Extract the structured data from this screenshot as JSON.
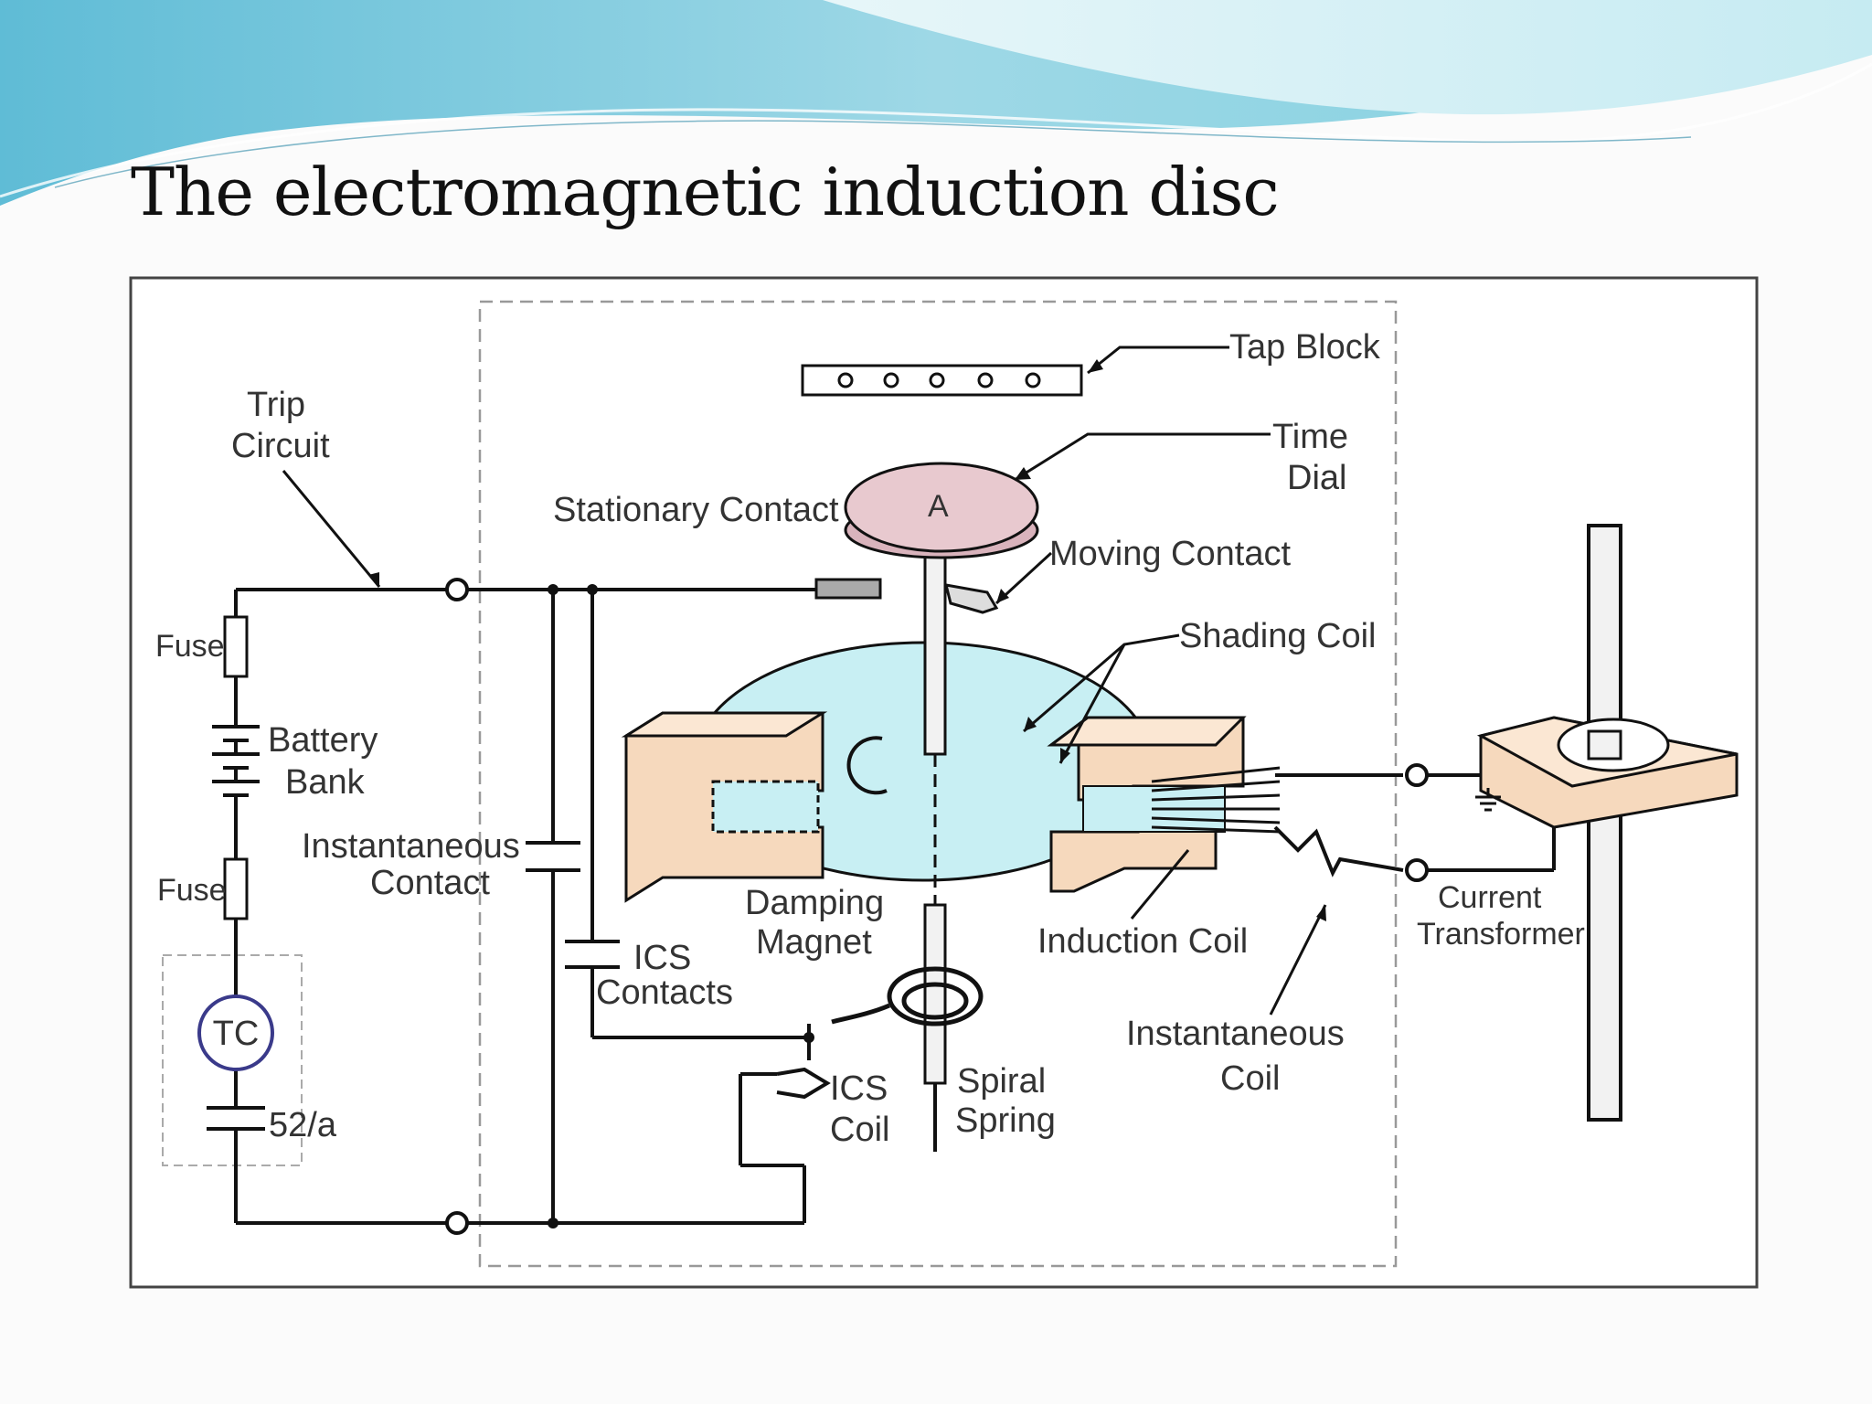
{
  "slide": {
    "title": "The electromagnetic induction disc"
  },
  "diagram": {
    "labels": {
      "tap_block": "Tap Block",
      "time_dial_line1": "Time",
      "time_dial_line2": "Dial",
      "trip_circuit_line1": "Trip",
      "trip_circuit_line2": "Circuit",
      "stationary_contact": "Stationary Contact",
      "moving_contact": "Moving Contact",
      "shading_coil": "Shading Coil",
      "fuse_top": "Fuse",
      "fuse_bottom": "Fuse",
      "battery_bank_line1": "Battery",
      "battery_bank_line2": "Bank",
      "instantaneous_contact_line1": "Instantaneous",
      "instantaneous_contact_line2": "Contact",
      "ics_contacts_line1": "ICS",
      "ics_contacts_line2": "Contacts",
      "damping_magnet_line1": "Damping",
      "damping_magnet_line2": "Magnet",
      "induction_coil": "Induction Coil",
      "instantaneous_coil_line1": "Instantaneous",
      "instantaneous_coil_line2": "Coil",
      "current_transformer_line1": "Current",
      "current_transformer_line2": "Transformer",
      "ics_coil_line1": "ICS",
      "ics_coil_line2": "Coil",
      "spiral_spring_line1": "Spiral",
      "spiral_spring_line2": "Spring",
      "tc": "TC",
      "breaker_52a": "52/a",
      "dial_mark": "A"
    },
    "colors": {
      "disc": "#c8eff3",
      "time_dial": "#e8c9cf",
      "magnet": "#f6d9bd",
      "wire": "#111111",
      "tc_ring": "#3a3a8a",
      "wave_light": "#d7f1f5",
      "wave_dark": "#6ec6d6"
    }
  }
}
